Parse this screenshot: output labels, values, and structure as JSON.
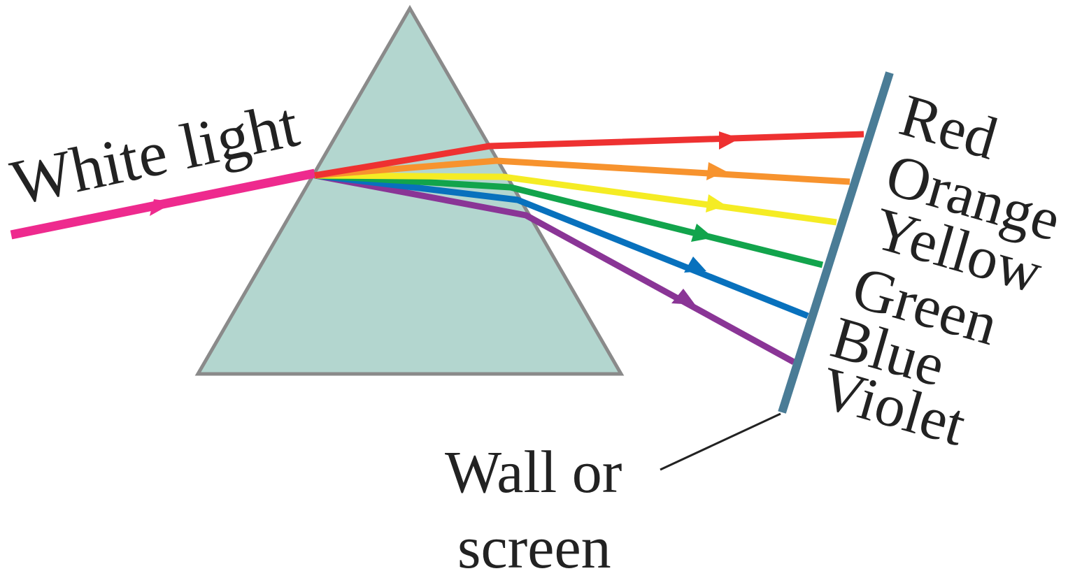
{
  "incident": {
    "label": "White light",
    "color": "#ee2a8e"
  },
  "prism": {
    "fill": "#b3d6cf",
    "stroke": "#8a8a8a"
  },
  "screen": {
    "label_line1": "Wall or",
    "label_line2": "screen",
    "color": "#4a7c96"
  },
  "spectrum": [
    {
      "label": "Red",
      "color": "#ee3131"
    },
    {
      "label": "Orange",
      "color": "#f7932e"
    },
    {
      "label": "Yellow",
      "color": "#f5ec24"
    },
    {
      "label": "Green",
      "color": "#12a44c"
    },
    {
      "label": "Blue",
      "color": "#0871bd"
    },
    {
      "label": "Violet",
      "color": "#8a3596"
    }
  ]
}
